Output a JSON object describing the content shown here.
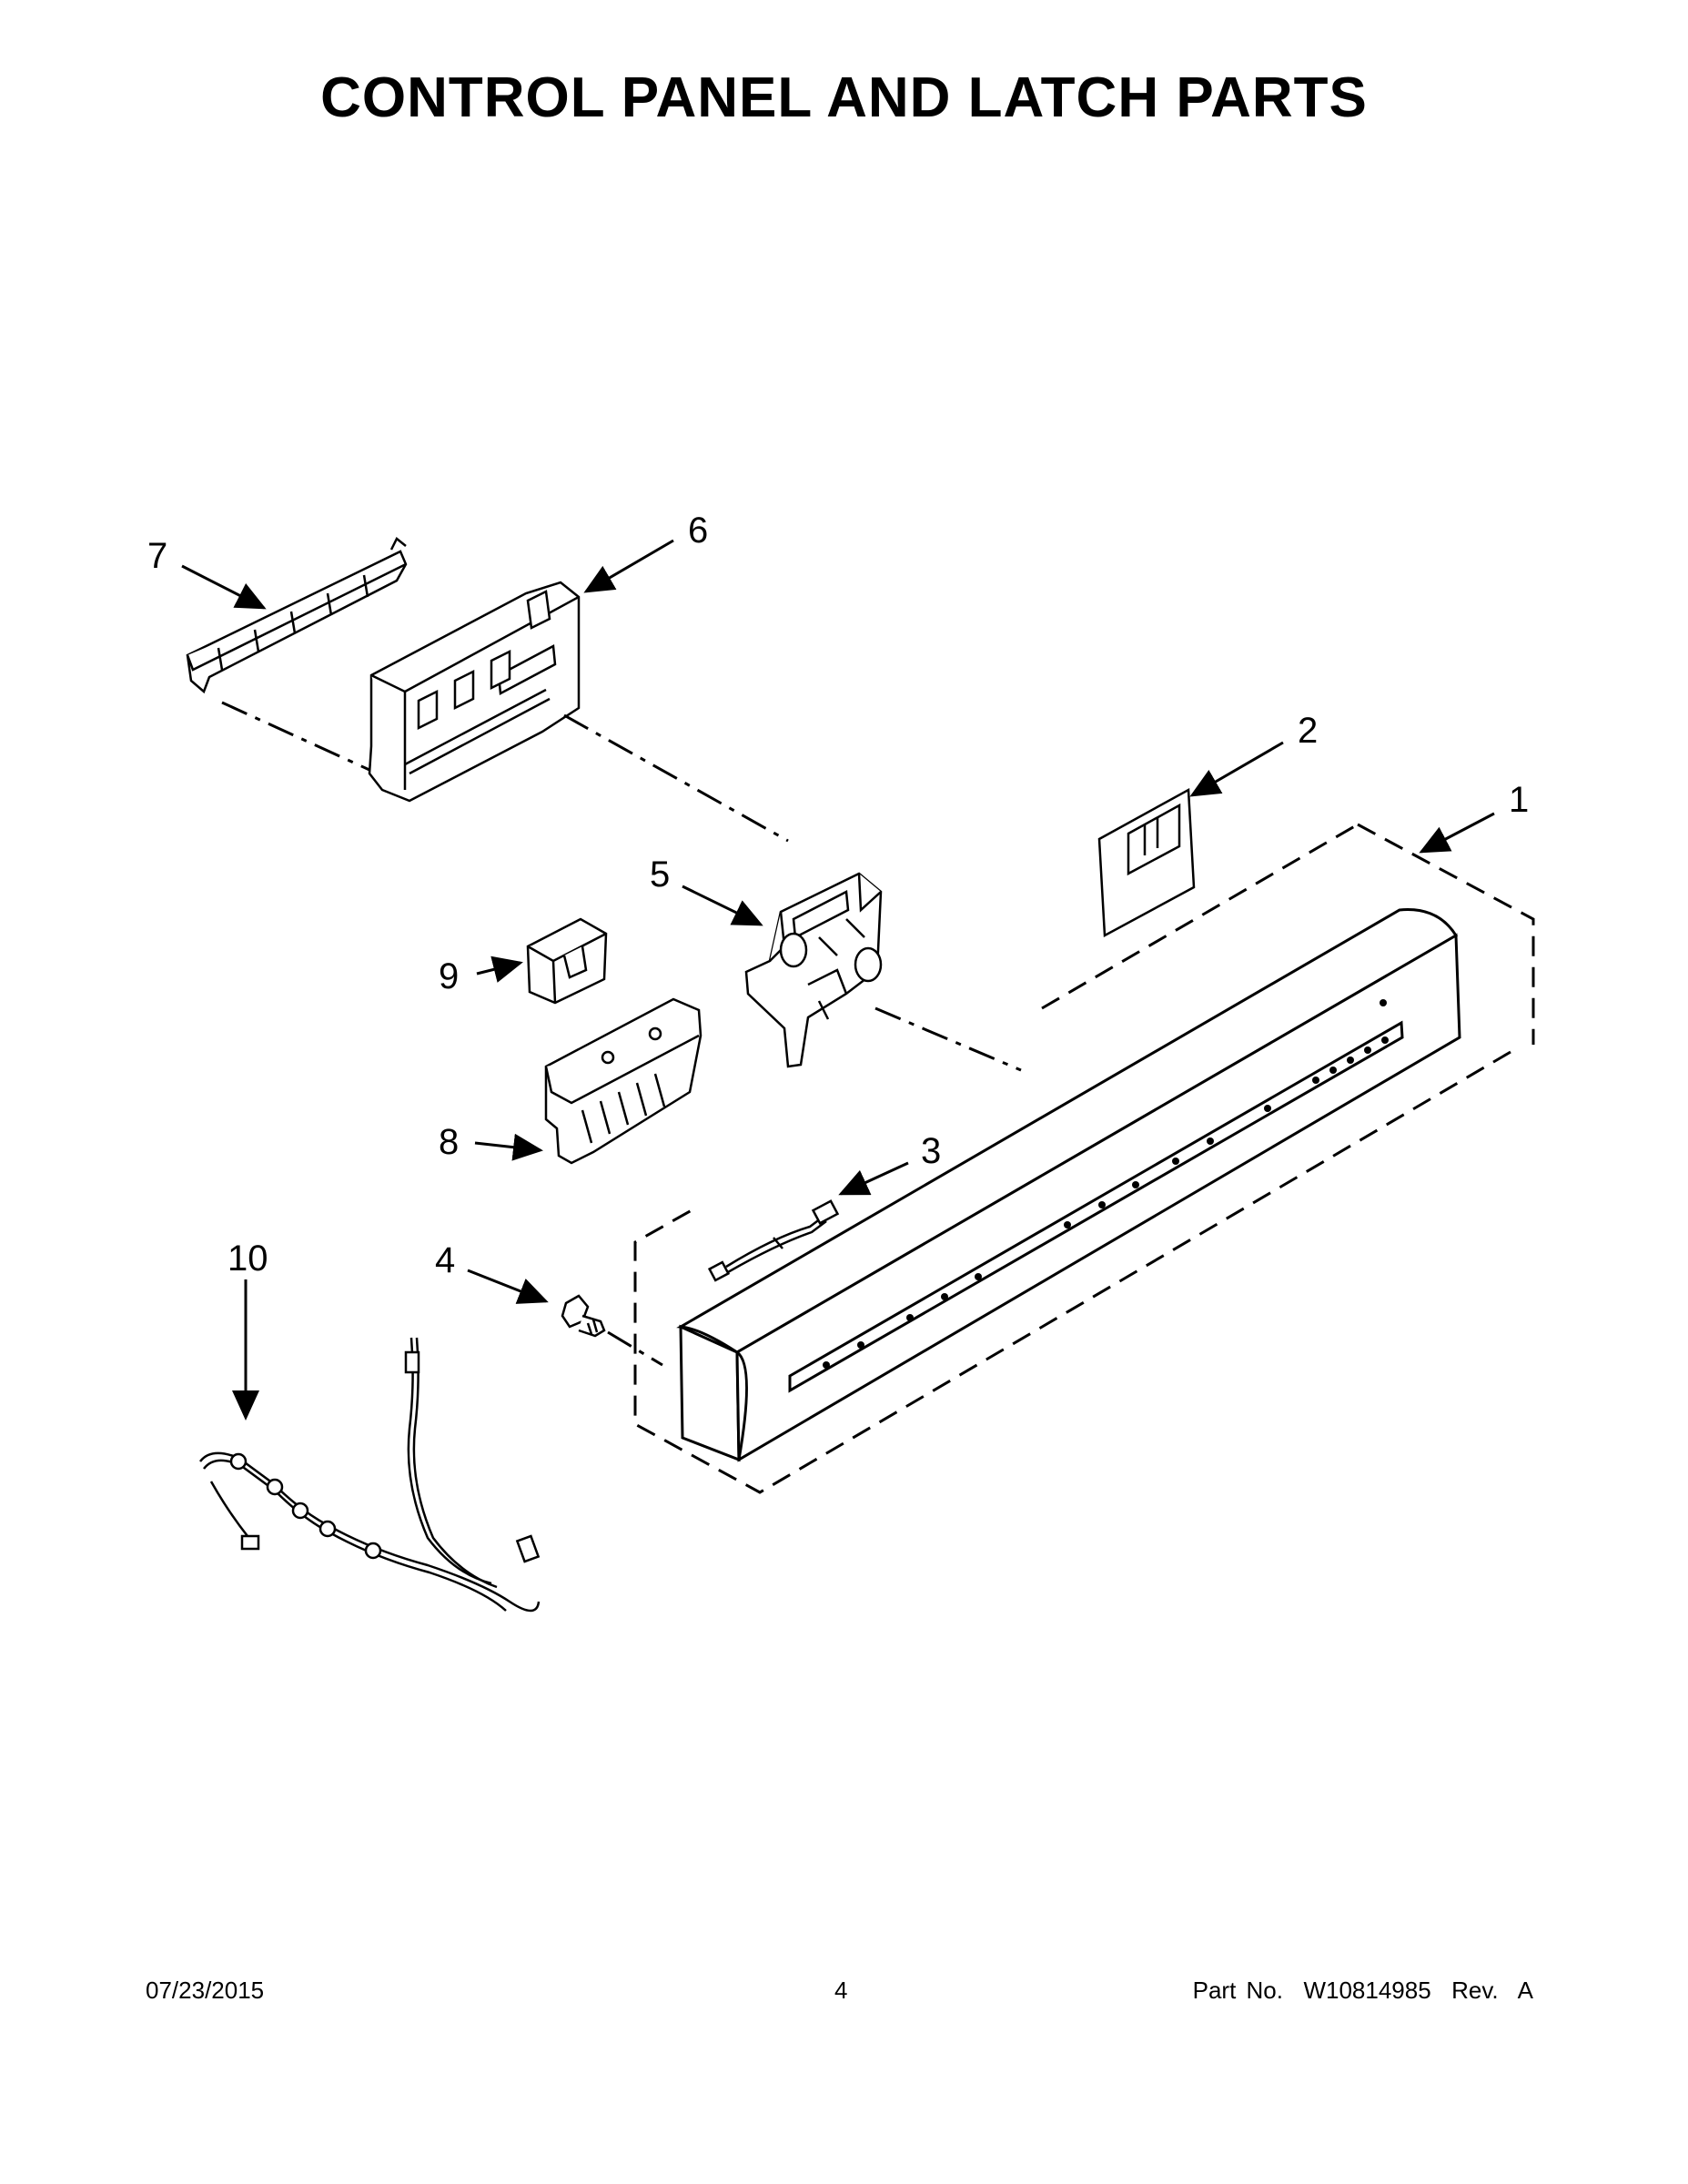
{
  "title": "CONTROL PANEL AND LATCH PARTS",
  "callouts": {
    "c1": "1",
    "c2": "2",
    "c3": "3",
    "c4": "4",
    "c5": "5",
    "c6": "6",
    "c7": "7",
    "c8": "8",
    "c9": "9",
    "c10": "10"
  },
  "footer": {
    "date": "07/23/2015",
    "page": "4",
    "part": "Part No.  W10814985  Rev.  A"
  }
}
